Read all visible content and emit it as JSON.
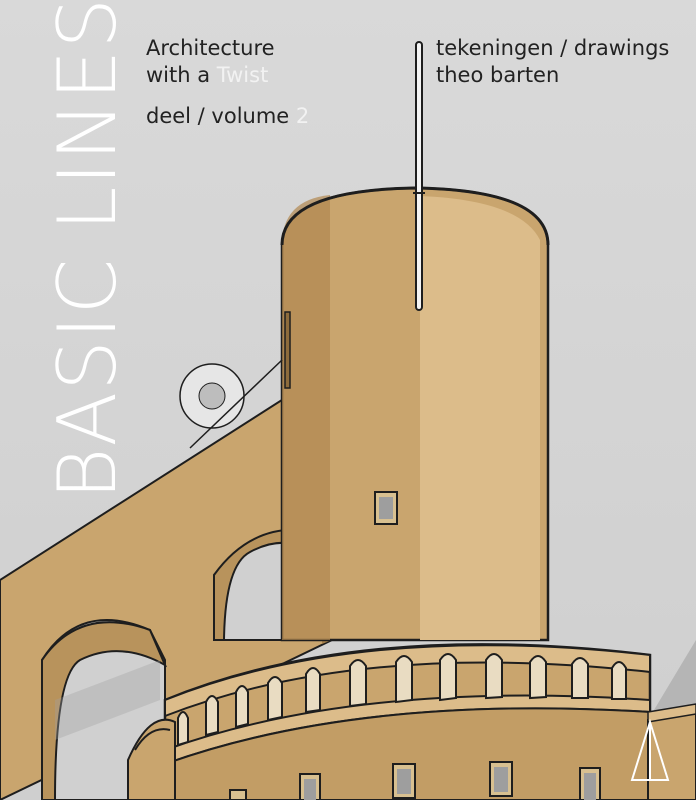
{
  "cover": {
    "series_title": "BASIC LINES",
    "subtitle_line1": "Architecture",
    "subtitle_line2_prefix": "with a ",
    "subtitle_line2_accent": "Twist",
    "volume_prefix": "deel / volume ",
    "volume_number": "2",
    "credit_line1": "tekeningen / drawings",
    "credit_line2": "theo barten"
  },
  "colors": {
    "background": "#d6d6d6",
    "building": "#c9a56e",
    "building_shadow": "#b08850",
    "building_light": "#dcbc8a",
    "outline": "#1e1e1e",
    "title": "#ffffff"
  }
}
